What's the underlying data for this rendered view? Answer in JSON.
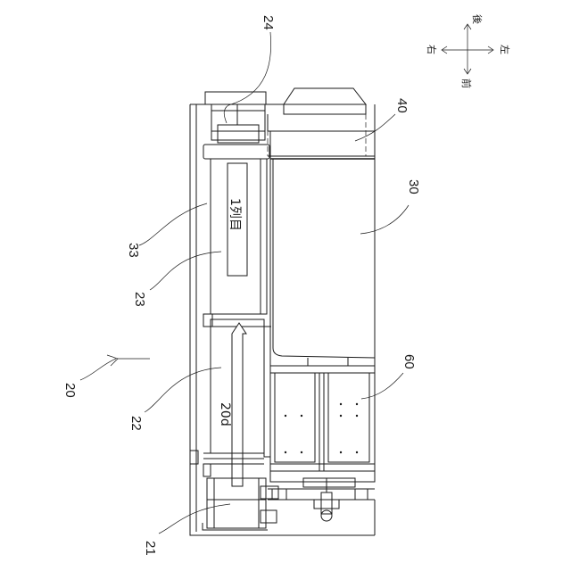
{
  "directions": {
    "back": "後",
    "right": "右",
    "left": "左",
    "front": "前"
  },
  "labels": {
    "n20": "20",
    "n21": "21",
    "n22": "22",
    "n23": "23",
    "n24": "24",
    "n30": "30",
    "n33": "33",
    "n40": "40",
    "n60": "60"
  },
  "inner_text": {
    "row_label": "1列目",
    "arrow_label": "20d"
  }
}
